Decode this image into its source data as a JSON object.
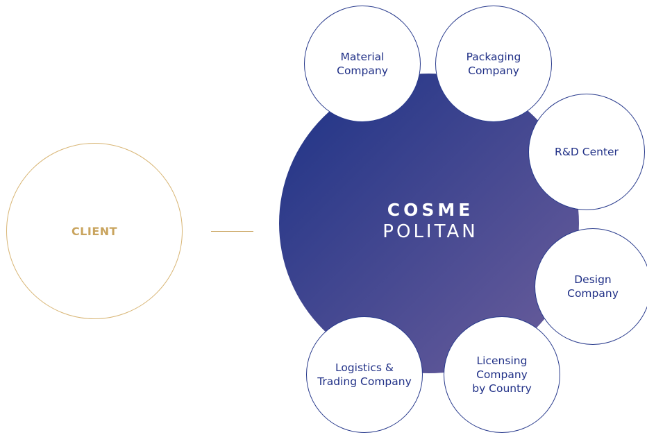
{
  "client": {
    "label": "CLIENT"
  },
  "hub": {
    "brand_line1": "COSME",
    "brand_line2": "POLITAN"
  },
  "nodes": [
    {
      "label": "Material\nCompany"
    },
    {
      "label": "Packaging\nCompany"
    },
    {
      "label": "R&D Center"
    },
    {
      "label": "Design\nCompany"
    },
    {
      "label": "Licensing\nCompany\nby Country"
    },
    {
      "label": "Logistics &\nTrading Company"
    }
  ],
  "colors": {
    "gold": "#c9a45e",
    "navy": "#1f2f86",
    "hub_gradient_start": "#1d3286",
    "hub_gradient_end": "#6a5a98"
  }
}
